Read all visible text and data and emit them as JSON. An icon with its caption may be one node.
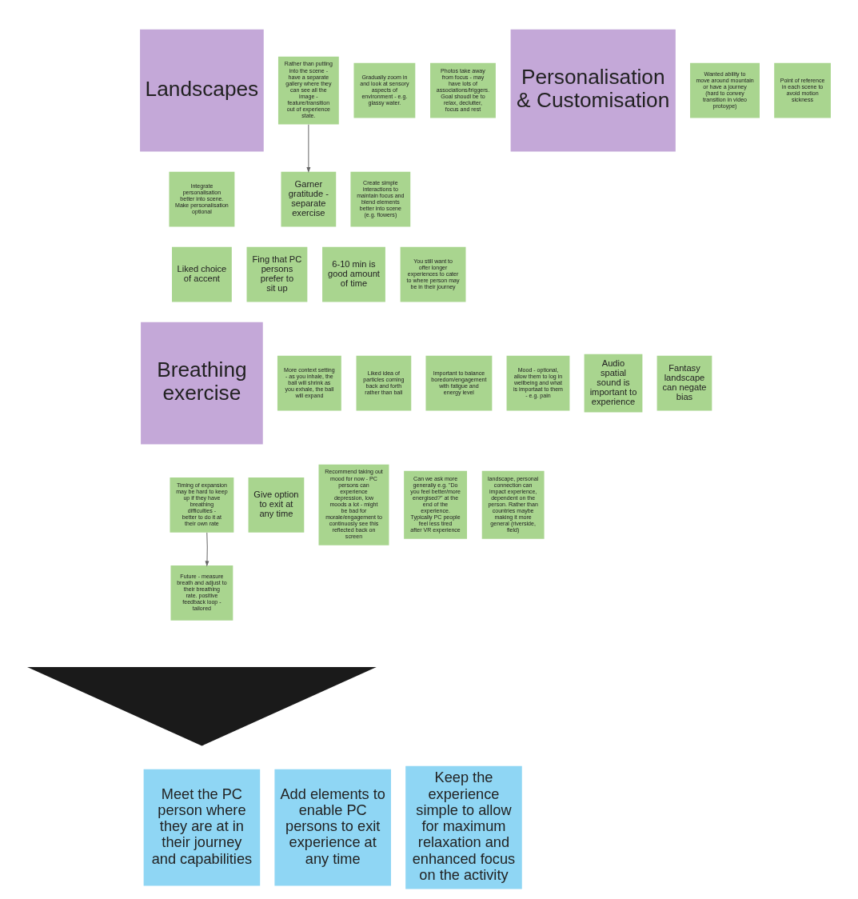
{
  "diagram": {
    "nodes": [
      {
        "text": [
          "Landscapes"
        ]
      },
      {
        "text": [
          "Point of reference in each scene to avoid motion sickness"
        ]
      },
      {
        "text": [
          "Wanted ability to move around mountain or have a journey (hard to convey transition in video protoype)"
        ]
      },
      {
        "text": [
          "Personalisation & Customisation"
        ]
      },
      {
        "text": [
          "Photos take away from focus - may have lots of associations/triggers. Goal shoudl be to relax, declutter, focus and rest"
        ]
      },
      {
        "text": [
          "Rather than putting into the scene - have a separate gallery where they can see all the image - feature/transition out of experience state."
        ]
      },
      {
        "text": [
          "Gradually zoom in and look at sensory aspects of environment - e.g. glassy water."
        ]
      },
      {
        "text": [
          "Integrate personalisation better into scene. Make personalisation optional"
        ]
      },
      {
        "text": [
          "Garner gratitude - separate exercise"
        ]
      },
      {
        "text": [
          "Create simple interactions to maintain focus and blend elements better into scene (e.g. flowers)"
        ]
      },
      {
        "text": [
          "Liked choice of accent"
        ]
      },
      {
        "text": [
          "Fing that PC persons prefer to sit up"
        ]
      },
      {
        "text": [
          "6-10 min is good amount of time"
        ]
      },
      {
        "text": [
          "You still want to offer longer experiences to cater to where person may be in their journey"
        ]
      },
      {
        "text": [
          "Important to balance boredom/engagement with fatigue and energy level"
        ]
      },
      {
        "text": [
          "Mood - optional, allow them to log in wellbeing and what is importaat to them - e.g. pain"
        ]
      },
      {
        "text": [
          "Audio spatial sound is important to experience"
        ]
      },
      {
        "text": [
          "Fantasy landscape can negate bias"
        ]
      },
      {
        "text": [
          "Recommend taking out mood for now - PC persons can experience depression, low moods a lot - might be bad for morale/engagement to continuosly see this reflected back on screen"
        ]
      },
      {
        "text": [
          "Can we ask more generally e.g. \"Do you feel better/more energised?\" at the end of the experience. Typically PC people feel less tired after VR experience"
        ]
      },
      {
        "text": [
          "landscape, personal connection can impact experience, dependent on the person. Rather than countries maybe making it more general (riverside, field)"
        ]
      },
      {
        "text": [
          "Breathing exercise"
        ]
      },
      {
        "text": [
          "More context setting - as you inhale, the ball will shrink as you exhale, the ball will expand"
        ]
      },
      {
        "text": [
          "Liked idea of particles coming back and forth rather than ball"
        ]
      },
      {
        "text": [
          "Timing of expansion may be hard to keep up if they have breathing difficulties - better to do it at their own rate"
        ]
      },
      {
        "text": [
          "Give option to exit at any time"
        ]
      },
      {
        "text": [
          "Future - measure breath and adjust to their breathing rate. positive feedback loop - tailored"
        ]
      },
      {
        "text": [],
        "shape": "triangle"
      },
      {
        "text": [
          "Meet the PC person where they are at in their journey and capabilities"
        ]
      },
      {
        "text": [
          "Add elements to enable PC persons to exit experience at any time"
        ]
      },
      {
        "text": [
          "Keep the experience simple to allow for maximum relaxation and enhanced focus on the activity"
        ]
      }
    ],
    "edges": [
      {
        "from": 5,
        "to": 8,
        "arrow": "to"
      },
      {
        "from": 24,
        "to": 26,
        "arrow": "to"
      }
    ]
  }
}
